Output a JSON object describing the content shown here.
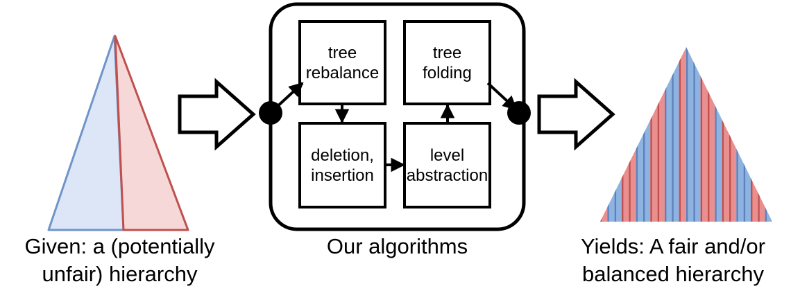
{
  "figure": {
    "type": "pipeline-diagram",
    "background_color": "#ffffff",
    "stroke_color": "#000000"
  },
  "left_stage": {
    "caption": "Given: a (potentially\nunfair) hierarchy",
    "shape_name": "two-part-triangle",
    "parts": [
      {
        "name": "left-half",
        "fill": "#dce6f6",
        "stroke": "#6f94c9"
      },
      {
        "name": "right-half",
        "fill": "#f7d8d8",
        "stroke": "#bf504d"
      }
    ]
  },
  "arrow_left": {
    "name": "block-arrow-right",
    "fill": "#ffffff",
    "stroke": "#000000"
  },
  "middle_stage": {
    "caption": "Our algorithms",
    "container_name": "algorithms-container",
    "node_left": {
      "name": "input-node",
      "fill": "#000000"
    },
    "node_right": {
      "name": "output-node",
      "fill": "#000000"
    },
    "boxes": [
      {
        "id": "tree-rebalance",
        "label": "tree\nrebalance"
      },
      {
        "id": "tree-folding",
        "label": "tree\nfolding"
      },
      {
        "id": "deletion-insertion",
        "label": "deletion,\ninsertion"
      },
      {
        "id": "level-abstraction",
        "label": "level\nabstraction"
      }
    ],
    "edges": [
      {
        "from": "input-node",
        "to": "tree-rebalance"
      },
      {
        "from": "tree-rebalance",
        "to": "deletion-insertion"
      },
      {
        "from": "deletion-insertion",
        "to": "level-abstraction"
      },
      {
        "from": "level-abstraction",
        "to": "tree-folding"
      },
      {
        "from": "tree-folding",
        "to": "output-node"
      }
    ]
  },
  "arrow_right": {
    "name": "block-arrow-right",
    "fill": "#ffffff",
    "stroke": "#000000"
  },
  "right_stage": {
    "caption": "Yields: A fair and/or\nbalanced hierarchy",
    "shape_name": "striped-triangle",
    "stripe_colors": {
      "blue": "#8fb3e0",
      "blue_edge": "#5b82bd",
      "red": "#e98f8f",
      "red_edge": "#c0504d"
    },
    "stripe_count": 24,
    "stripe_sequence": [
      "red",
      "blue",
      "blue",
      "red",
      "red",
      "blue",
      "blue",
      "red",
      "red",
      "blue",
      "blue",
      "red",
      "blue",
      "blue",
      "red",
      "red",
      "blue",
      "red",
      "red",
      "blue",
      "blue",
      "red",
      "red",
      "blue"
    ]
  }
}
